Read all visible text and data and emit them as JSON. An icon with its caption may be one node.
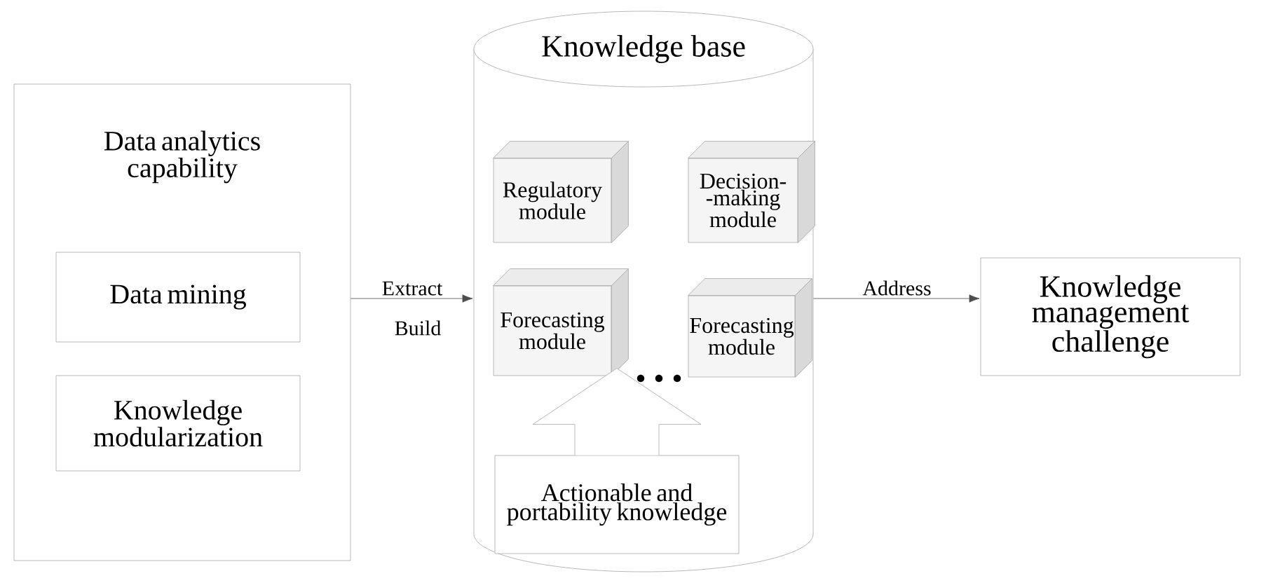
{
  "diagram": {
    "nodes": [
      {
        "text": [
          "Data analytics capability"
        ]
      },
      {
        "text": [
          "Data mining"
        ],
        "in": 0
      },
      {
        "text": [
          "Knowledge modularization"
        ],
        "in": 0
      },
      {
        "text": [
          "Knowledge base"
        ]
      },
      {
        "text": [
          "Regulatory module"
        ],
        "in": 3
      },
      {
        "text": [
          "Decision- -making module"
        ],
        "in": 3
      },
      {
        "text": [
          "Forecasting module"
        ],
        "in": 3
      },
      {
        "text": [
          "Forecasting module"
        ],
        "in": 3
      },
      {
        "text": [
          "Actionable  and portability knowledge"
        ],
        "in": 3
      },
      {
        "text": [
          "Knowledge management challenge"
        ]
      }
    ],
    "edges": [
      {
        "from": 0,
        "to": 3,
        "arrow": "to",
        "label": "Extract"
      },
      {
        "from": 3,
        "to": 9,
        "arrow": "to",
        "label": "Address"
      },
      {
        "from": 8,
        "to": null,
        "arrow": "to"
      }
    ],
    "labels": [
      "Build"
    ]
  }
}
